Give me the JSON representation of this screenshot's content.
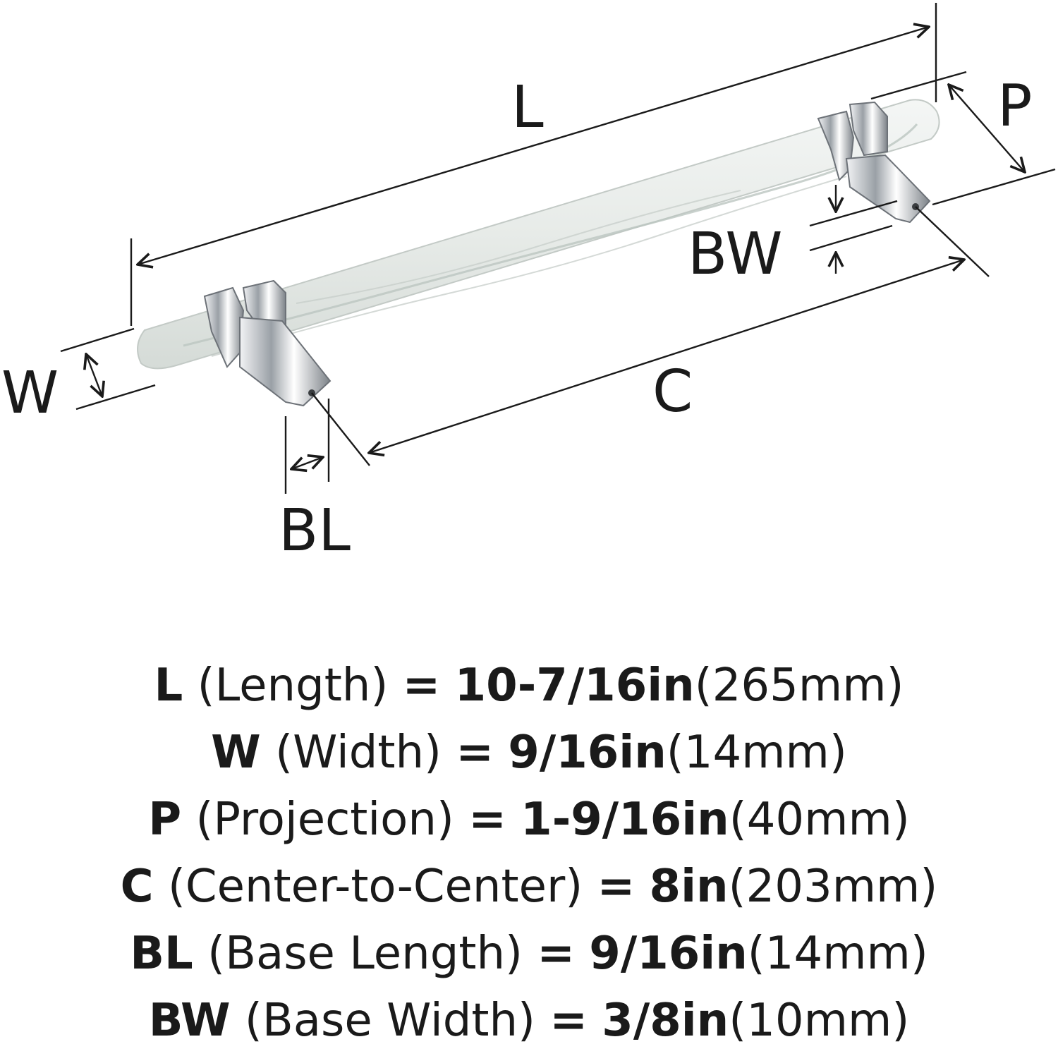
{
  "diagram": {
    "labels": {
      "length": "L",
      "projection": "P",
      "base_width": "BW",
      "width": "W",
      "center": "C",
      "base_length": "BL"
    },
    "colors": {
      "handle": "#e8ece9",
      "vein": "#b9c2bd",
      "chrome": "#c9ccd0",
      "chrome_dark": "#6d7278",
      "line": "#1a1a1a"
    }
  },
  "specs": [
    {
      "code": "L",
      "name": "(Length)",
      "eq": "=",
      "imperial": "10-7/16in",
      "metric": "(265mm)"
    },
    {
      "code": "W",
      "name": "(Width)",
      "eq": "=",
      "imperial": "9/16in",
      "metric": "(14mm)"
    },
    {
      "code": "P",
      "name": "(Projection)",
      "eq": "=",
      "imperial": "1-9/16in",
      "metric": "(40mm)"
    },
    {
      "code": "C",
      "name": "(Center-to-Center)",
      "eq": "=",
      "imperial": "8in",
      "metric": "(203mm)"
    },
    {
      "code": "BL",
      "name": "(Base Length)",
      "eq": "=",
      "imperial": "9/16in",
      "metric": "(14mm)"
    },
    {
      "code": "BW",
      "name": "(Base Width)",
      "eq": "=",
      "imperial": "3/8in",
      "metric": "(10mm)"
    }
  ]
}
